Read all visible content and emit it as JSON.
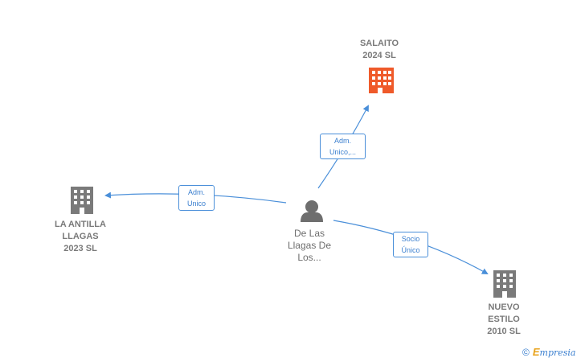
{
  "colors": {
    "edge": "#4a8fd9",
    "company_building": "#7a7a7a",
    "highlight_building": "#ef5a2a",
    "person": "#6e6e6e"
  },
  "nodes": {
    "salaito": {
      "line1": "SALAITO",
      "line2": "2024  SL"
    },
    "la_antilla": {
      "line1": "LA ANTILLA",
      "line2": "LLAGAS",
      "line3": "2023  SL"
    },
    "nuevo_estilo": {
      "line1": "NUEVO",
      "line2": "ESTILO",
      "line3": "2010 SL"
    },
    "person": {
      "line1": "De Las",
      "line2": "Llagas De",
      "line3": "Los..."
    }
  },
  "edges": {
    "to_salaito": {
      "line1": "Adm.",
      "line2": "Unico,..."
    },
    "to_la_antilla": {
      "line1": "Adm.",
      "line2": "Unico"
    },
    "to_nuevo_estilo": {
      "line1": "Socio",
      "line2": "Único"
    }
  },
  "footer": {
    "copyright": "©",
    "brand_initial": "E",
    "brand_rest": "mpresia"
  }
}
